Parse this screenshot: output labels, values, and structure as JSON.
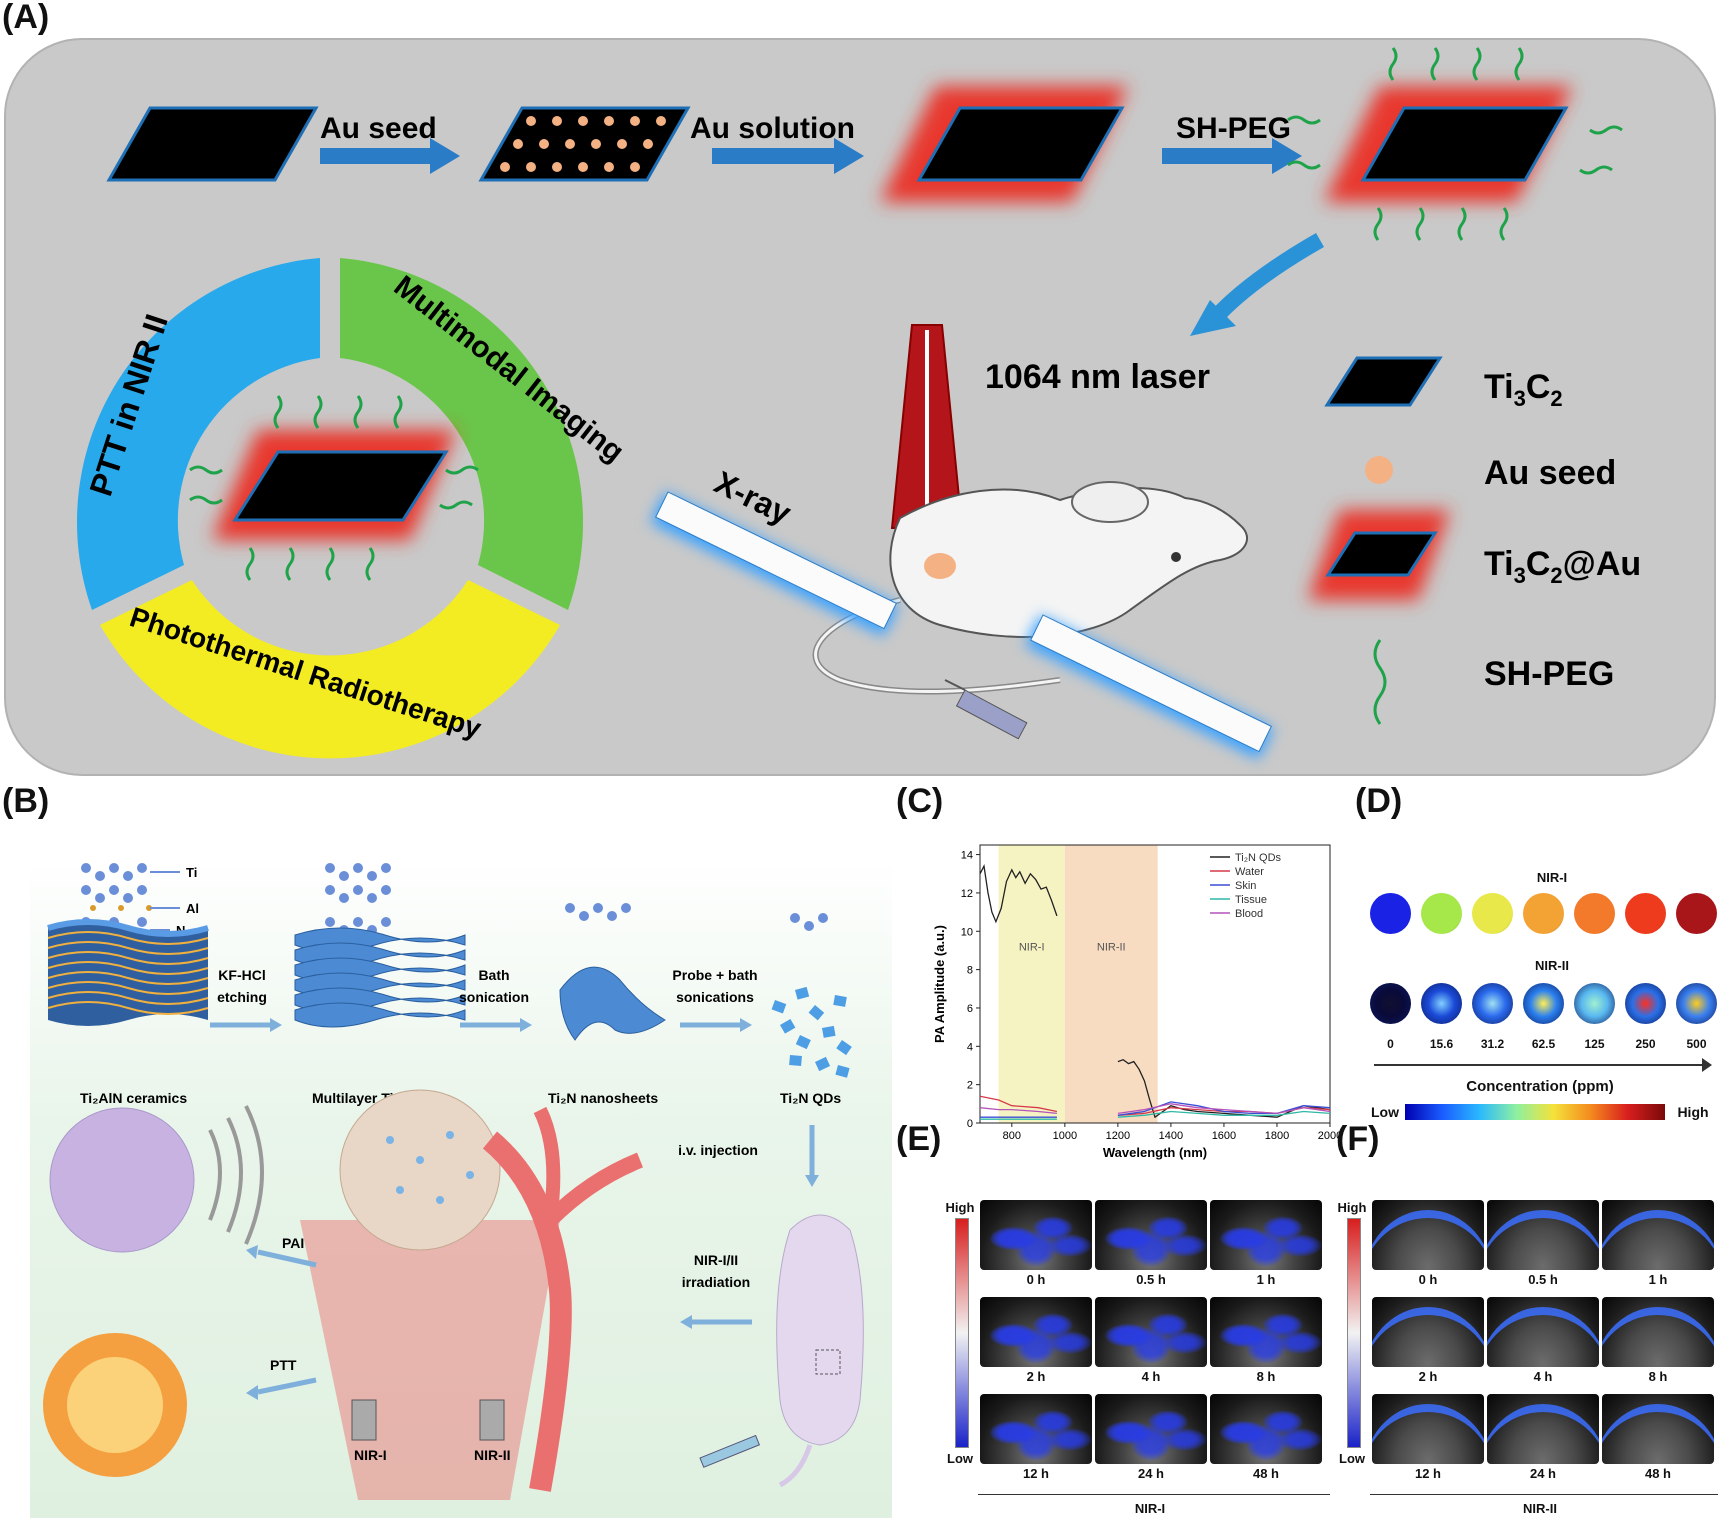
{
  "panel_labels": {
    "a": "(A)",
    "b": "(B)",
    "c": "(C)",
    "d": "(D)",
    "e": "(E)",
    "f": "(F)"
  },
  "panelA": {
    "steps": [
      "Au seed",
      "Au solution",
      "SH-PEG"
    ],
    "laser": "1064 nm laser",
    "xray": "X-ray",
    "ring": {
      "left": "PTT in NIR II",
      "right": "Multimodal Imaging",
      "bottom": "Photothermal Radiotherapy"
    },
    "legend": [
      {
        "main": "Ti",
        "s1": "3",
        "mid": "C",
        "s2": "2",
        "tail": ""
      },
      {
        "main": "Au seed"
      },
      {
        "main": "Ti",
        "s1": "3",
        "mid": "C",
        "s2": "2",
        "tail": "@Au"
      },
      {
        "main": "SH-PEG"
      }
    ],
    "colors": {
      "sheet": "#000000",
      "outline": "#1e6fb5",
      "glow": "#e8382f",
      "peg": "#1fa34a",
      "seed": "#f4b183",
      "arrow": "#2b7cc7",
      "ring_blue": "#28a9ec",
      "ring_green": "#6ac64a",
      "ring_yellow": "#f3ec22"
    }
  },
  "panelB": {
    "atoms": [
      "Ti",
      "Al",
      "N"
    ],
    "process": [
      {
        "arrow": [
          "KF-HCl",
          "etching"
        ]
      },
      {
        "arrow": [
          "Bath",
          "sonication"
        ]
      },
      {
        "arrow": [
          "Probe + bath",
          "sonications"
        ]
      }
    ],
    "materials": [
      "Ti₂AlN ceramics",
      "Multilayer Ti₂N",
      "Ti₂N nanosheets",
      "Ti₂N QDs"
    ],
    "injection": "i.v. injection",
    "irradiation": [
      "NIR-I/II",
      "irradiation"
    ],
    "pai": "PAI",
    "ptt": "PTT",
    "lasers": [
      "NIR-I",
      "NIR-II"
    ]
  },
  "chart_data": {
    "type": "line",
    "xlabel": "Wavelength (nm)",
    "ylabel": "PA Amplitude (a.u.)",
    "xlim": [
      680,
      2000
    ],
    "ylim": [
      0,
      14.5
    ],
    "xticks": [
      800,
      1000,
      1200,
      1400,
      1600,
      1800,
      2000
    ],
    "yticks": [
      0,
      2,
      4,
      6,
      8,
      10,
      12,
      14
    ],
    "bands": [
      {
        "label": "NIR-I",
        "from": 750,
        "to": 1000,
        "color": "#f6f3c3"
      },
      {
        "label": "NIR-II",
        "from": 1000,
        "to": 1350,
        "color": "#f8dcc2"
      }
    ],
    "series": [
      {
        "name": "Ti₂N QDs",
        "color": "#222222",
        "segments": [
          [
            [
              680,
              13
            ],
            [
              695,
              13.4
            ],
            [
              710,
              12
            ],
            [
              725,
              11
            ],
            [
              740,
              10.5
            ],
            [
              760,
              11.2
            ],
            [
              780,
              12.6
            ],
            [
              800,
              13.2
            ],
            [
              815,
              12.8
            ],
            [
              830,
              13.1
            ],
            [
              850,
              12.5
            ],
            [
              870,
              13
            ],
            [
              890,
              12.7
            ],
            [
              910,
              12.2
            ],
            [
              930,
              12.3
            ],
            [
              950,
              11.6
            ],
            [
              970,
              10.8
            ]
          ],
          [
            [
              1200,
              3.2
            ],
            [
              1220,
              3.3
            ],
            [
              1240,
              3.1
            ],
            [
              1260,
              3.2
            ],
            [
              1280,
              2.8
            ],
            [
              1300,
              2.2
            ],
            [
              1320,
              1.2
            ],
            [
              1340,
              0.3
            ],
            [
              1360,
              0.5
            ],
            [
              1400,
              0.9
            ],
            [
              1450,
              0.7
            ],
            [
              1500,
              0.6
            ],
            [
              1600,
              0.5
            ],
            [
              1700,
              0.4
            ],
            [
              1800,
              0.3
            ],
            [
              1850,
              0.6
            ],
            [
              1900,
              0.9
            ],
            [
              1950,
              0.8
            ],
            [
              2000,
              0.7
            ]
          ]
        ]
      },
      {
        "name": "Water",
        "color": "#d63a4a",
        "segments": [
          [
            [
              680,
              1.4
            ],
            [
              750,
              1.2
            ],
            [
              800,
              0.9
            ],
            [
              900,
              0.8
            ],
            [
              970,
              0.6
            ]
          ],
          [
            [
              1200,
              0.4
            ],
            [
              1300,
              0.5
            ],
            [
              1400,
              0.8
            ],
            [
              1500,
              0.7
            ],
            [
              1600,
              0.6
            ],
            [
              1700,
              0.6
            ],
            [
              1800,
              0.5
            ],
            [
              1900,
              0.8
            ],
            [
              2000,
              0.7
            ]
          ]
        ]
      },
      {
        "name": "Skin",
        "color": "#3b4fd6",
        "segments": [
          [
            [
              680,
              0.3
            ],
            [
              800,
              0.3
            ],
            [
              900,
              0.3
            ],
            [
              970,
              0.3
            ]
          ],
          [
            [
              1200,
              0.4
            ],
            [
              1300,
              0.6
            ],
            [
              1400,
              1.1
            ],
            [
              1500,
              0.9
            ],
            [
              1600,
              0.6
            ],
            [
              1700,
              0.5
            ],
            [
              1800,
              0.5
            ],
            [
              1900,
              0.9
            ],
            [
              2000,
              0.8
            ]
          ]
        ]
      },
      {
        "name": "Tissue",
        "color": "#2fb8a6",
        "segments": [
          [
            [
              680,
              0.2
            ],
            [
              800,
              0.2
            ],
            [
              900,
              0.2
            ],
            [
              970,
              0.2
            ]
          ],
          [
            [
              1200,
              0.3
            ],
            [
              1300,
              0.4
            ],
            [
              1400,
              0.6
            ],
            [
              1500,
              0.5
            ],
            [
              1600,
              0.4
            ],
            [
              1700,
              0.4
            ],
            [
              1800,
              0.4
            ],
            [
              1900,
              0.6
            ],
            [
              2000,
              0.5
            ]
          ]
        ]
      },
      {
        "name": "Blood",
        "color": "#b453b8",
        "segments": [
          [
            [
              680,
              0.8
            ],
            [
              750,
              0.7
            ],
            [
              800,
              0.7
            ],
            [
              900,
              0.6
            ],
            [
              970,
              0.5
            ]
          ],
          [
            [
              1200,
              0.5
            ],
            [
              1300,
              0.7
            ],
            [
              1400,
              1.0
            ],
            [
              1500,
              0.8
            ],
            [
              1600,
              0.7
            ],
            [
              1700,
              0.6
            ],
            [
              1800,
              0.5
            ],
            [
              1900,
              0.8
            ],
            [
              2000,
              0.6
            ]
          ]
        ]
      }
    ]
  },
  "panelD": {
    "nir1_label": "NIR-I",
    "nir2_label": "NIR-II",
    "concentrations": [
      "0",
      "15.6",
      "31.2",
      "62.5",
      "125",
      "250",
      "500"
    ],
    "nir1_colors": [
      "#1a22e6",
      "#a6e84a",
      "#e8e84a",
      "#f3a333",
      "#f27a2a",
      "#ef3b1d",
      "#a8161a"
    ],
    "axis_label": "Concentration (ppm)",
    "low": "Low",
    "high": "High"
  },
  "panelE": {
    "high": "High",
    "low": "Low",
    "times": [
      "0 h",
      "0.5 h",
      "1 h",
      "2 h",
      "4 h",
      "8 h",
      "12 h",
      "24 h",
      "48 h"
    ],
    "footer": "NIR-I"
  },
  "panelF": {
    "high": "High",
    "low": "Low",
    "times": [
      "0 h",
      "0.5 h",
      "1 h",
      "2 h",
      "4 h",
      "8 h",
      "12 h",
      "24 h",
      "48 h"
    ],
    "footer": "NIR-II"
  }
}
